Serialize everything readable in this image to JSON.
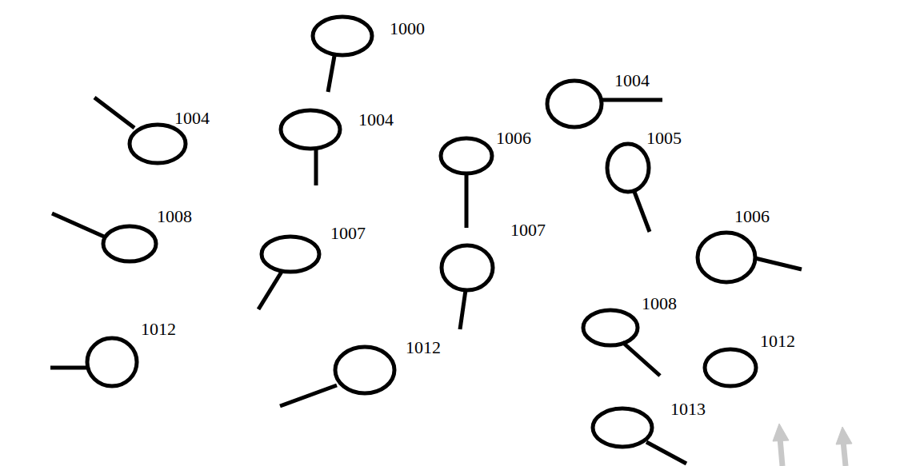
{
  "diagram": {
    "labels": [
      "1000",
      "1004",
      "1004",
      "1004",
      "1006",
      "1005",
      "1008",
      "1006",
      "1007",
      "1007",
      "1008",
      "1012",
      "1012",
      "1012",
      "1013"
    ]
  }
}
